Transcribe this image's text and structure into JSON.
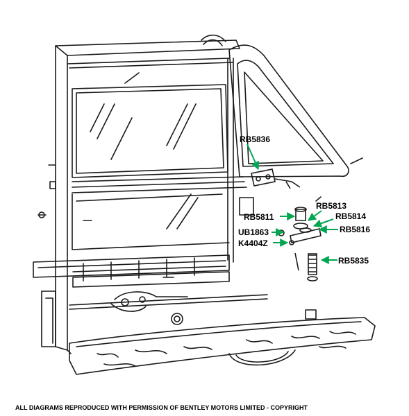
{
  "labels": {
    "rb5836": "RB5836",
    "rb5813": "RB5813",
    "rb5814": "RB5814",
    "rb5811": "RB5811",
    "rb5816": "RB5816",
    "ub1863": "UB1863",
    "k4404z": "K4404Z",
    "rb5835": "RB5835"
  },
  "footer": {
    "copyright": "ALL DIAGRAMS REPRODUCED WITH PERMISSION OF BENTLEY MOTORS LIMITED - COPYRIGHT"
  },
  "colors": {
    "line": "#1a1a1a",
    "arrow": "#00a651",
    "background": "#ffffff"
  }
}
